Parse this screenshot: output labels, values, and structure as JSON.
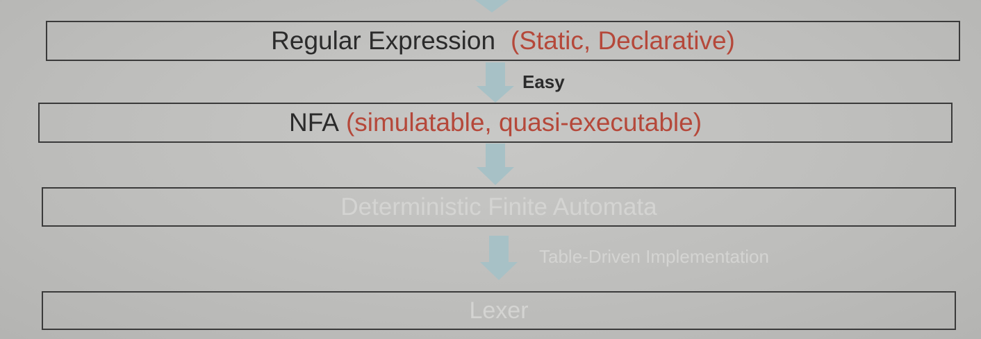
{
  "boxes": [
    {
      "text": "Regular Expression",
      "note": "(Static, Declarative)"
    },
    {
      "text": "NFA",
      "note": "(simulatable, quasi-executable)"
    },
    {
      "text": "Deterministic Finite Automata"
    },
    {
      "text": "Lexer"
    }
  ],
  "arrow_labels": {
    "regex_to_nfa": "Easy",
    "dfa_to_lexer": "Table-Driven Implementation"
  },
  "colors": {
    "background": "#bdbdbb",
    "box_border": "#3a3a3a",
    "text": "#2b2b2b",
    "annotation": "#b5483a",
    "faded_text": "#d4d4d2",
    "arrow": "#a7c1c6"
  }
}
